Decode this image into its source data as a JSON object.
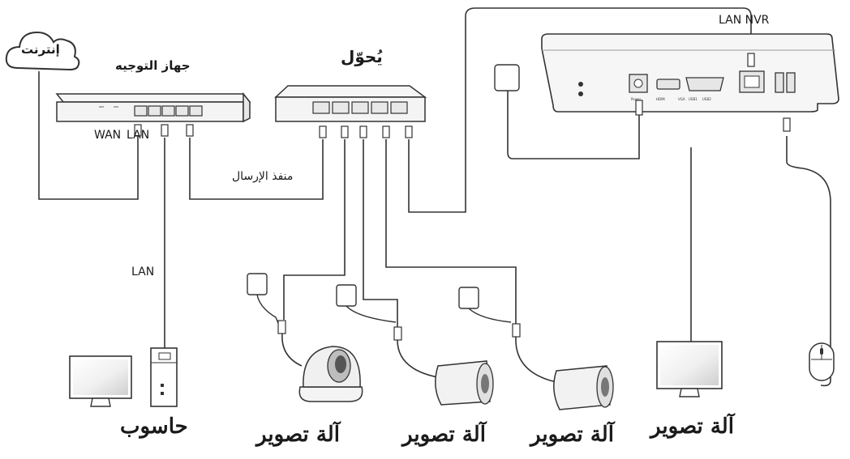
{
  "labels": {
    "internet": "إنترنت",
    "router": "جهاز التوجيه",
    "switch": "يُحوّل",
    "wan": "WAN",
    "lan_router": "LAN",
    "uplink_port": "منفذ الإرسال",
    "lan_pc": "LAN",
    "lan_nvr": "LAN NVR",
    "pc": "حاسوب",
    "camera_dome": "آلة تصوير",
    "camera_bullet_1": "آلة تصوير",
    "camera_bullet_2": "آلة تصوير",
    "monitor": "آلة تصوير"
  },
  "nvr_ports": [
    "Power",
    "HDMI",
    "VGA",
    "USB1",
    "USB2"
  ],
  "colors": {
    "line": "#333333",
    "device_fill": "#f4f4f4",
    "port_fill": "#e6e6e6"
  }
}
